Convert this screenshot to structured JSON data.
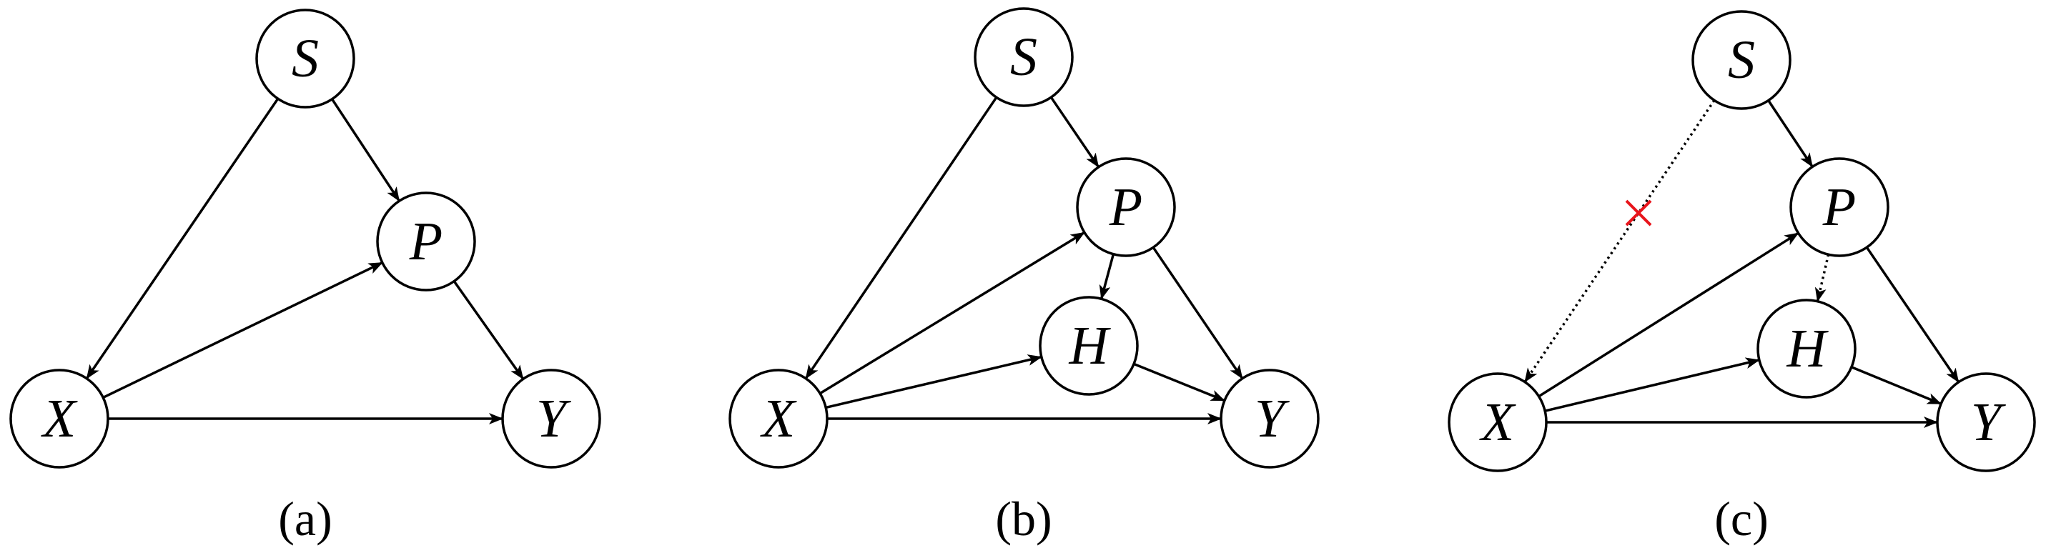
{
  "panels": [
    {
      "caption": "(a)",
      "nodes": [
        {
          "id": "S",
          "label": "S"
        },
        {
          "id": "P",
          "label": "P"
        },
        {
          "id": "X",
          "label": "X"
        },
        {
          "id": "Y",
          "label": "Y"
        }
      ],
      "edges": [
        {
          "from": "S",
          "to": "X",
          "style": "solid"
        },
        {
          "from": "S",
          "to": "P",
          "style": "solid"
        },
        {
          "from": "X",
          "to": "P",
          "style": "solid"
        },
        {
          "from": "P",
          "to": "Y",
          "style": "solid"
        },
        {
          "from": "X",
          "to": "Y",
          "style": "solid"
        }
      ]
    },
    {
      "caption": "(b)",
      "nodes": [
        {
          "id": "S",
          "label": "S"
        },
        {
          "id": "P",
          "label": "P"
        },
        {
          "id": "H",
          "label": "H"
        },
        {
          "id": "X",
          "label": "X"
        },
        {
          "id": "Y",
          "label": "Y"
        }
      ],
      "edges": [
        {
          "from": "S",
          "to": "X",
          "style": "solid"
        },
        {
          "from": "S",
          "to": "P",
          "style": "solid"
        },
        {
          "from": "X",
          "to": "P",
          "style": "solid"
        },
        {
          "from": "P",
          "to": "H",
          "style": "solid"
        },
        {
          "from": "P",
          "to": "Y",
          "style": "solid"
        },
        {
          "from": "X",
          "to": "H",
          "style": "solid"
        },
        {
          "from": "H",
          "to": "Y",
          "style": "solid"
        },
        {
          "from": "X",
          "to": "Y",
          "style": "solid"
        }
      ]
    },
    {
      "caption": "(c)",
      "nodes": [
        {
          "id": "S",
          "label": "S"
        },
        {
          "id": "P",
          "label": "P"
        },
        {
          "id": "H",
          "label": "H"
        },
        {
          "id": "X",
          "label": "X"
        },
        {
          "id": "Y",
          "label": "Y"
        }
      ],
      "edges": [
        {
          "from": "S",
          "to": "X",
          "style": "dotted",
          "removed": true
        },
        {
          "from": "S",
          "to": "P",
          "style": "solid"
        },
        {
          "from": "X",
          "to": "P",
          "style": "solid"
        },
        {
          "from": "P",
          "to": "H",
          "style": "dotted"
        },
        {
          "from": "P",
          "to": "Y",
          "style": "solid"
        },
        {
          "from": "X",
          "to": "H",
          "style": "solid"
        },
        {
          "from": "H",
          "to": "Y",
          "style": "solid"
        },
        {
          "from": "X",
          "to": "Y",
          "style": "solid"
        }
      ]
    }
  ],
  "colors": {
    "stroke": "#000000",
    "background": "#ffffff",
    "removed_marker": "#e8141b"
  }
}
